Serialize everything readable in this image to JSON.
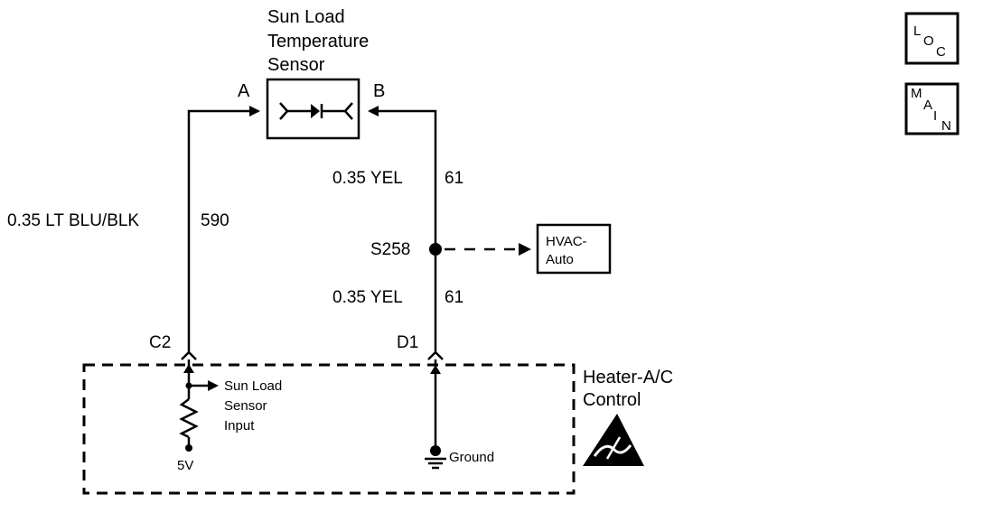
{
  "sensor": {
    "title_lines": [
      "Sun Load",
      "Temperature",
      "Sensor"
    ],
    "pin_a": "A",
    "pin_b": "B"
  },
  "wire_a": {
    "gauge_color": "0.35 LT BLU/BLK",
    "circuit": "590"
  },
  "wire_b_upper": {
    "gauge_color": "0.35 YEL",
    "circuit": "61"
  },
  "wire_b_lower": {
    "gauge_color": "0.35 YEL",
    "circuit": "61"
  },
  "splice": {
    "label": "S258"
  },
  "hvac": {
    "lines": [
      "HVAC-",
      "Auto"
    ]
  },
  "connectors": {
    "c2": "C2",
    "d1": "D1"
  },
  "module": {
    "title_lines": [
      "Heater-A/C",
      "Control"
    ],
    "sun_load_input_lines": [
      "Sun Load",
      "Sensor",
      "Input"
    ],
    "supply": "5V",
    "ground": "Ground"
  },
  "nav": {
    "loc": [
      "L",
      "O",
      "C"
    ],
    "main": [
      "M",
      "A",
      "I",
      "N"
    ]
  }
}
